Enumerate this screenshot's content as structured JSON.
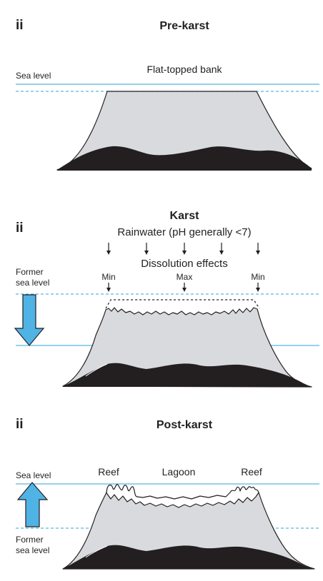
{
  "panels": [
    {
      "label": "ii",
      "title": "Pre-karst",
      "sea_level_label": "Sea level",
      "bank_label": "Flat-topped bank"
    },
    {
      "label": "ii",
      "title": "Karst",
      "rain_label": "Rainwater (pH generally <7)",
      "dissolution_label": "Dissolution effects",
      "min_left_label": "Min",
      "max_label": "Max",
      "min_right_label": "Min",
      "former_sea_level_line1": "Former",
      "former_sea_level_line2": "sea level",
      "arrow_direction": "down"
    },
    {
      "label": "ii",
      "title": "Post-karst",
      "sea_level_label": "Sea level",
      "reef_left_label": "Reef",
      "lagoon_label": "Lagoon",
      "reef_right_label": "Reef",
      "former_sea_level_line1": "Former",
      "former_sea_level_line2": "sea level",
      "arrow_direction": "up"
    }
  ],
  "colors": {
    "sea_level": "#57b6dd",
    "big_arrow": "#4fb3e6",
    "platform_fill": "#d9dadd",
    "rock": "#231f20"
  }
}
